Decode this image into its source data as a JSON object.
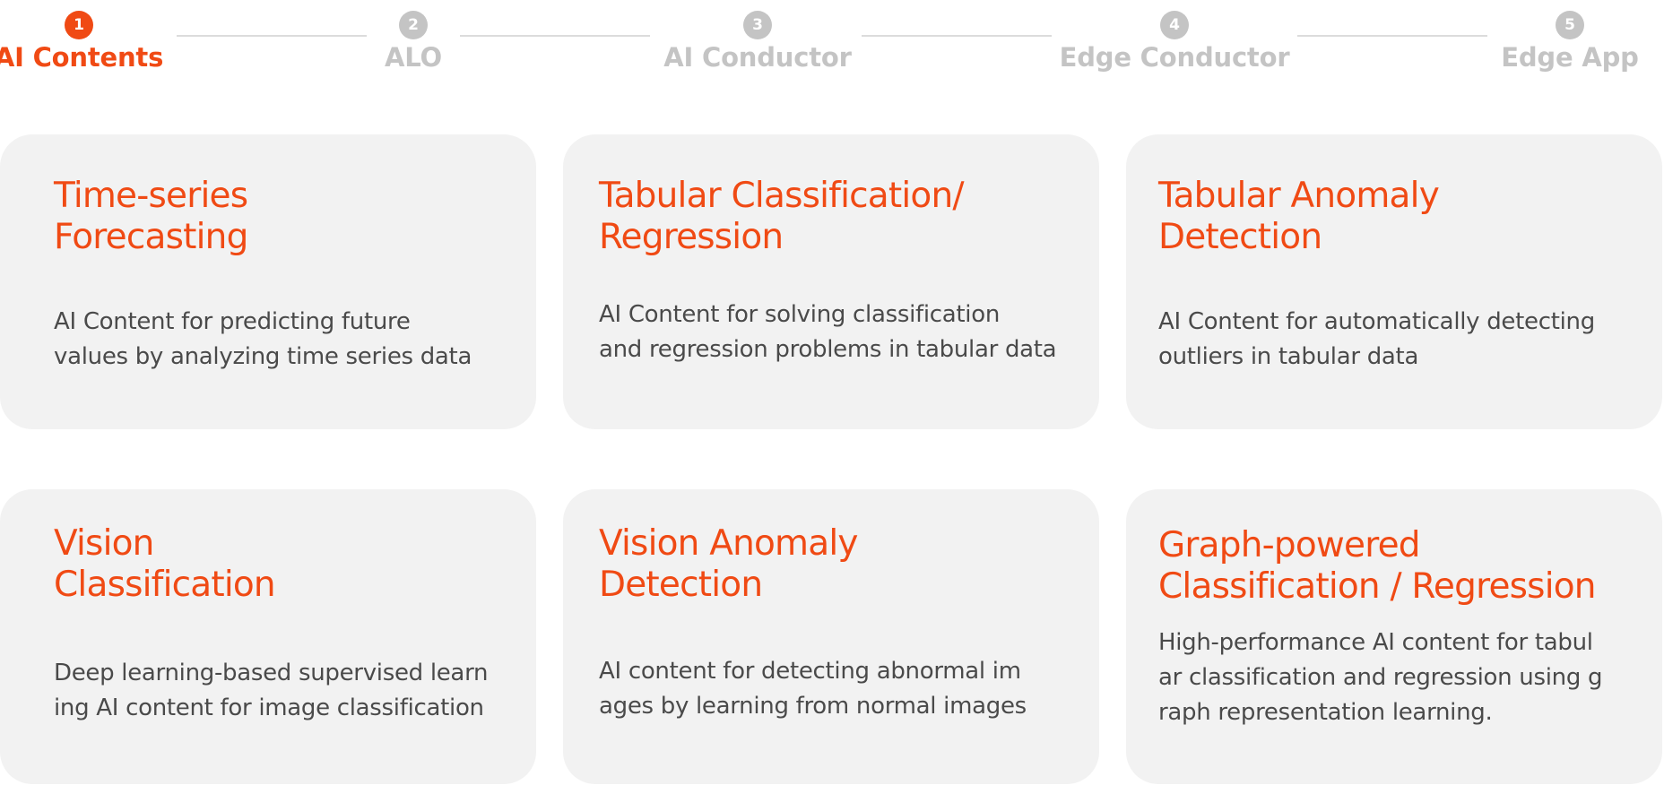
{
  "colors": {
    "accent": "#f04a14",
    "inactive": "#c4c4c4",
    "card_bg": "#f2f2f2",
    "body_text": "#4a4a4a"
  },
  "steps": [
    {
      "num": "1",
      "label": "AI Contents",
      "active": true
    },
    {
      "num": "2",
      "label": "ALO",
      "active": false
    },
    {
      "num": "3",
      "label": "AI Conductor",
      "active": false
    },
    {
      "num": "4",
      "label": "Edge Conductor",
      "active": false
    },
    {
      "num": "5",
      "label": "Edge App",
      "active": false
    }
  ],
  "cards": [
    {
      "title": "Time-series\nForecasting",
      "description": "AI Content for predicting future\nvalues by analyzing time series data"
    },
    {
      "title": "Tabular Classification/\nRegression",
      "description": "AI Content for solving classification\nand regression problems in tabular data"
    },
    {
      "title": "Tabular Anomaly\nDetection",
      "description": "AI Content for automatically detecting\noutliers in tabular data"
    },
    {
      "title": "Vision\nClassification",
      "description": "Deep learning-based supervised learn\ning AI content for image classification"
    },
    {
      "title": "Vision Anomaly\nDetection",
      "description": "AI content for detecting abnormal im\nages by learning from normal images"
    },
    {
      "title": "Graph-powered\nClassification / Regression",
      "description": "High-performance AI content for tabul\nar classification and regression using g\nraph representation learning."
    }
  ]
}
